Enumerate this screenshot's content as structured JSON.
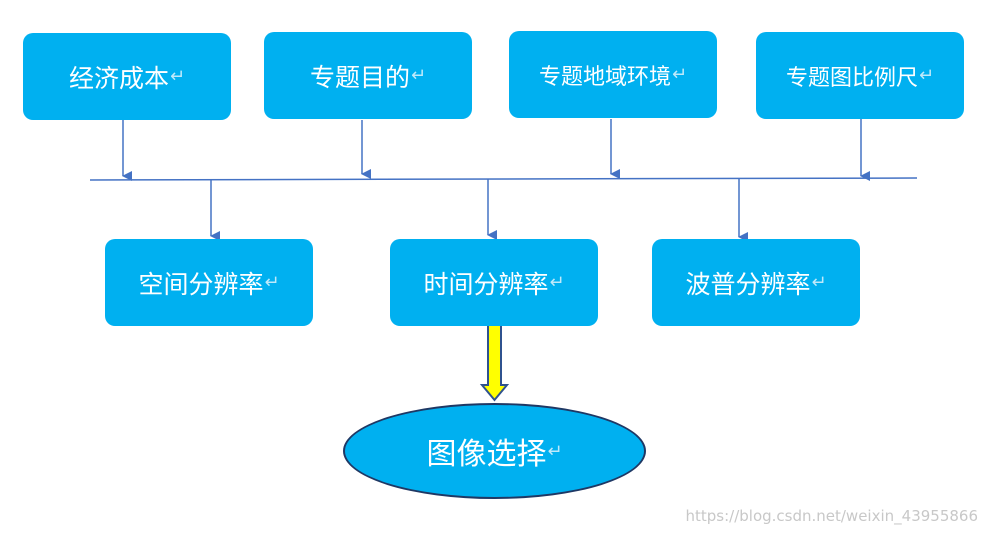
{
  "top_boxes": [
    {
      "label": "经济成本"
    },
    {
      "label": "专题目的"
    },
    {
      "label": "专题地域环境"
    },
    {
      "label": "专题图比例尺"
    }
  ],
  "middle_boxes": [
    {
      "label": "空间分辨率"
    },
    {
      "label": "时间分辨率"
    },
    {
      "label": "波普分辨率"
    }
  ],
  "result": {
    "label": "图像选择"
  },
  "return_mark": "↵",
  "watermark": "https://blog.csdn.net/weixin_43955866",
  "colors": {
    "box_fill": "#00B0F0",
    "connector": "#4472C4",
    "arrow_fill": "#FFFF00",
    "ellipse_border": "#1F3864"
  }
}
